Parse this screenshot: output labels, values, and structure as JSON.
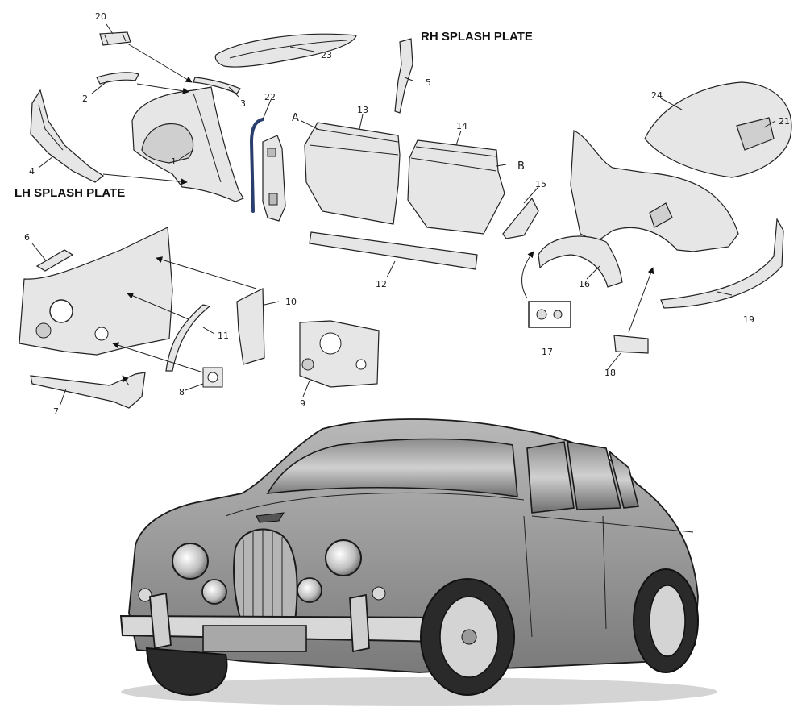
{
  "headings": {
    "rh_splash_plate": "RH SPLASH PLATE",
    "lh_splash_plate": "LH SPLASH PLATE"
  },
  "point_markers": {
    "a": "A",
    "b": "B"
  },
  "callouts": [
    {
      "id": "1",
      "text": "1"
    },
    {
      "id": "2",
      "text": "2"
    },
    {
      "id": "3",
      "text": "3"
    },
    {
      "id": "4",
      "text": "4"
    },
    {
      "id": "5",
      "text": "5"
    },
    {
      "id": "6",
      "text": "6"
    },
    {
      "id": "7",
      "text": "7"
    },
    {
      "id": "8",
      "text": "8"
    },
    {
      "id": "9",
      "text": "9"
    },
    {
      "id": "10",
      "text": "10"
    },
    {
      "id": "11",
      "text": "11"
    },
    {
      "id": "12",
      "text": "12"
    },
    {
      "id": "13",
      "text": "13"
    },
    {
      "id": "14",
      "text": "14"
    },
    {
      "id": "15",
      "text": "15"
    },
    {
      "id": "16",
      "text": "16"
    },
    {
      "id": "17",
      "text": "17"
    },
    {
      "id": "18",
      "text": "18"
    },
    {
      "id": "19",
      "text": "19"
    },
    {
      "id": "20",
      "text": "20"
    },
    {
      "id": "21",
      "text": "21"
    },
    {
      "id": "22",
      "text": "22"
    },
    {
      "id": "23",
      "text": "23"
    },
    {
      "id": "24",
      "text": "24"
    }
  ],
  "colors": {
    "line": "#222222",
    "part_fill": "#e6e6e6",
    "highlight_seal": "#2a3f6e",
    "car_body": "#9a9a9a",
    "chrome": "#d8d8d8"
  }
}
